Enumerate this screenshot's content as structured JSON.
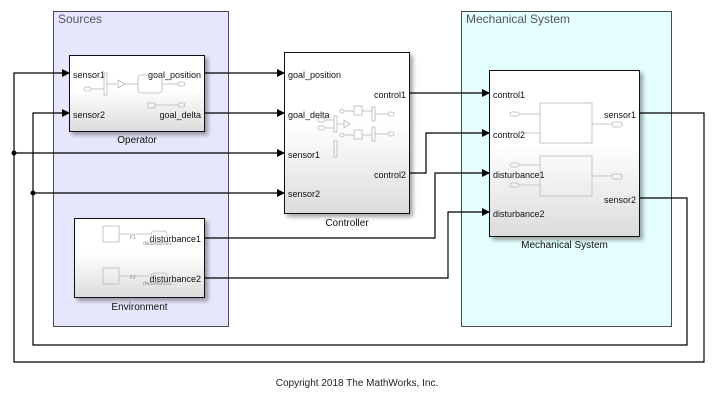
{
  "areas": {
    "sources": {
      "title": "Sources",
      "fill": "#e6e6fc"
    },
    "mechanical": {
      "title": "Mechanical System",
      "fill": "#e4fdfd"
    }
  },
  "blocks": {
    "operator": {
      "label": "Operator",
      "inputs": [
        "sensor1",
        "sensor2"
      ],
      "outputs": [
        "goal_position",
        "goal_delta"
      ]
    },
    "environment": {
      "label": "Environment",
      "outputs": [
        "disturbance1",
        "disturbance2"
      ],
      "inner_labels": [
        "F1",
        "F2",
        "disturbance1",
        "disturbance2"
      ]
    },
    "controller": {
      "label": "Controller",
      "inputs": [
        "goal_position",
        "goal_delta",
        "sensor1",
        "sensor2"
      ],
      "outputs": [
        "control1",
        "control2"
      ]
    },
    "mechanical_system": {
      "label": "Mechanical System",
      "inputs": [
        "control1",
        "control2",
        "disturbance1",
        "disturbance2"
      ],
      "outputs": [
        "sensor1",
        "sensor2"
      ]
    }
  },
  "footer": {
    "copyright": "Copyright 2018 The MathWorks, Inc."
  }
}
